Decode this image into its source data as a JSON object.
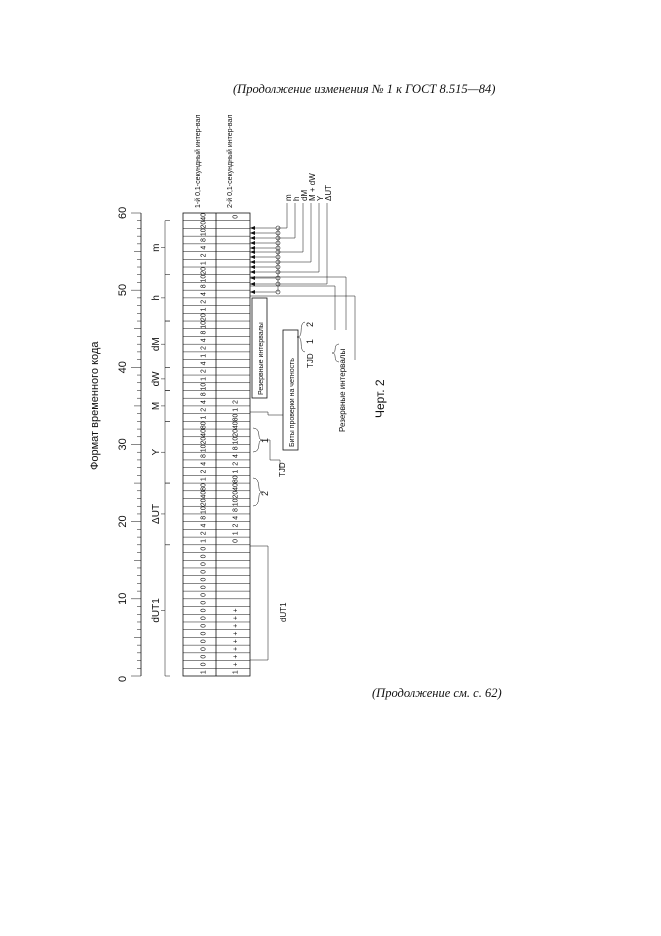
{
  "header": "(Продолжение изменения № 1 к ГОСТ  8.515—84)",
  "footer": "(Продолжение см. с. 62)",
  "figure": {
    "title": "Формат временного кода",
    "caption": "Черт. 2",
    "row1_label": "1-й 0,1-секундный интер-вал",
    "row2_label": "2-й 0,1-секундный интер-вал",
    "scale_ticks": [
      "0",
      "10",
      "20",
      "30",
      "40",
      "50",
      "60"
    ],
    "fields": [
      {
        "label": "dUT1",
        "from": 0,
        "to": 16
      },
      {
        "label": "ΔUT",
        "from": 17,
        "to": 24
      },
      {
        "label": "Y",
        "from": 25,
        "to": 32
      },
      {
        "label": "M",
        "from": 33,
        "to": 36
      },
      {
        "label": "dW",
        "from": 37,
        "to": 39
      },
      {
        "label": "dM",
        "from": 40,
        "to": 45
      },
      {
        "label": "h",
        "from": 46,
        "to": 51
      },
      {
        "label": "m",
        "from": 52,
        "to": 58
      }
    ],
    "row1_bits": [
      "1",
      "0",
      "0",
      "0",
      "0",
      "0",
      "0",
      "0",
      "0",
      "0",
      "0",
      "0",
      "0",
      "0",
      "0",
      "0",
      "0",
      "1",
      "2",
      "4",
      "8",
      "10",
      "20",
      "40",
      "80",
      "1",
      "2",
      "4",
      "8",
      "10",
      "20",
      "40",
      "80",
      "1",
      "2",
      "4",
      "8",
      "10",
      "1",
      "2",
      "4",
      "1",
      "2",
      "4",
      "8",
      "10",
      "20",
      "1",
      "2",
      "4",
      "8",
      "10",
      "20",
      "1",
      "2",
      "4",
      "8",
      "10",
      "20",
      "40"
    ],
    "row2_bits": [
      "1",
      "+",
      "+",
      "+",
      "+",
      "+",
      "+",
      "+",
      "+",
      "",
      "",
      "",
      "",
      "",
      "",
      "",
      "",
      "0",
      "1",
      "2",
      "4",
      "8",
      "10",
      "20",
      "40",
      "80",
      "1",
      "2",
      "4",
      "8",
      "10",
      "20",
      "40",
      "80",
      "1",
      "2"
    ],
    "row2_far_end": "0",
    "annot_dut1": "dUT1",
    "annot_reserve": "Резервные интервалы",
    "annot_parity": "Биты проверки на четность",
    "annot_tjd": "TJD",
    "annot_1": "1",
    "annot_2": "2",
    "legend_items": [
      "m",
      "h",
      "dM",
      "M + dW",
      "Y",
      "ΔUT"
    ],
    "bottom_tjd": "TJD",
    "bottom_1": "1",
    "bottom_2": "2",
    "bottom_reserve": "Резервные интервалы"
  }
}
